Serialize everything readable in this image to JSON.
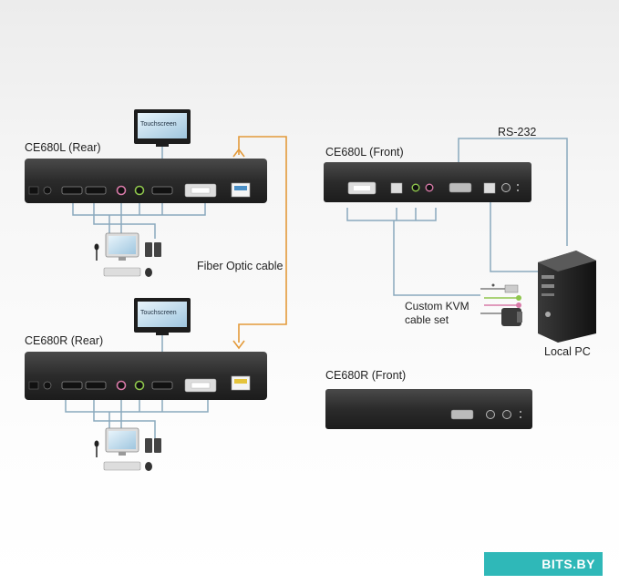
{
  "labels": {
    "ce680l_rear": "CE680L (Rear)",
    "ce680r_rear": "CE680R (Rear)",
    "ce680l_front": "CE680L (Front)",
    "ce680r_front": "CE680R (Front)",
    "rs232": "RS-232",
    "fiber": "Fiber Optic cable",
    "kvm_line1": "Custom KVM",
    "kvm_line2": "cable set",
    "local_pc": "Local PC",
    "touchscreen_top": "Touchscreen",
    "touchscreen_bottom": "Touchscreen"
  },
  "watermark": "BITS.BY",
  "colors": {
    "cable": "#8aa9bd",
    "fiber": "#e39a3a",
    "device": "#2e2e2e",
    "accent": "#2fb8b8"
  }
}
